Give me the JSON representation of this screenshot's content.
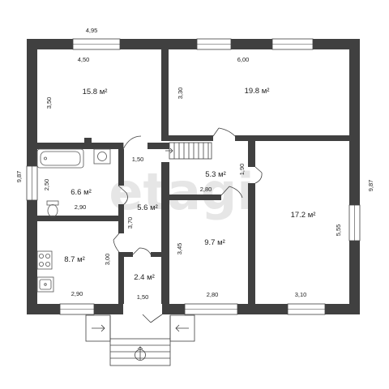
{
  "colors": {
    "wall": "#404040",
    "window": "#ffffff",
    "fixture": "#555555",
    "watermark": "#e6e6e6",
    "text": "#222222"
  },
  "watermark": "etagi",
  "rooms": [
    {
      "id": "room-top-left",
      "area": "15.8 м²"
    },
    {
      "id": "room-top-right",
      "area": "19.8 м²"
    },
    {
      "id": "room-stair",
      "area": "5.3 м²"
    },
    {
      "id": "room-bathroom",
      "area": "6.6 м²"
    },
    {
      "id": "room-hall",
      "area": "5.6 м²"
    },
    {
      "id": "room-right",
      "area": "17.2 м²"
    },
    {
      "id": "room-center",
      "area": "9.7 м²"
    },
    {
      "id": "room-kitchen",
      "area": "8.7 м²"
    },
    {
      "id": "room-vestibule",
      "area": "2.4 м²"
    }
  ],
  "dimensions": [
    "4,95",
    "4,50",
    "6,00",
    "3,50",
    "3,30",
    "9,87",
    "9,87",
    "1,50",
    "1,90",
    "2,50",
    "2,90",
    "2,80",
    "3,70",
    "5,55",
    "3,45",
    "3,00",
    "2,90",
    "1,50",
    "2,80",
    "3,10"
  ]
}
